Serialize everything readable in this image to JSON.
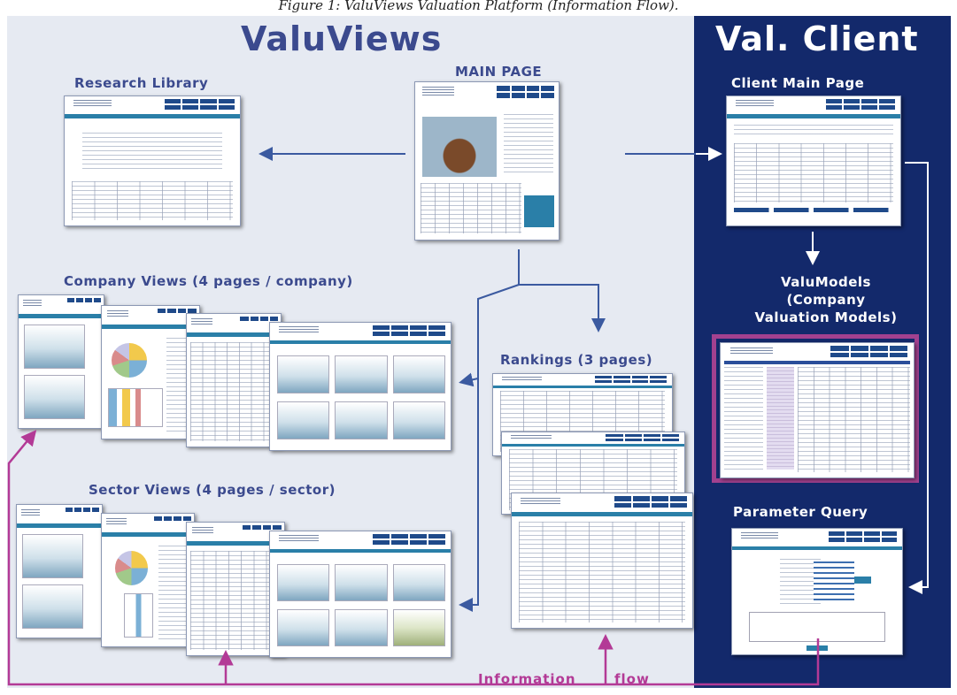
{
  "figure": {
    "caption": "Figure 1: ValuViews Valuation Platform (Information Flow).",
    "colors": {
      "left_panel": "#e6eaf2",
      "right_panel": "#13296b",
      "nav_arrows": "#3b5aa0",
      "info_flow": "#b33a96",
      "title_left": "#3b4a8e"
    }
  },
  "left": {
    "title": "ValuViews",
    "main_page": "MAIN PAGE",
    "research_library": "Research Library",
    "company_views": "Company Views (4 pages / company)",
    "rankings": "Rankings (3 pages)",
    "sector_views": "Sector Views (4 pages / sector)",
    "information": "Information",
    "flow": "flow"
  },
  "right": {
    "title": "Val. Client",
    "client_main_page": "Client Main Page",
    "valumodels_line1": "ValuModels",
    "valumodels_line2": "(Company",
    "valumodels_line3": "Valuation Models)",
    "parameter_query": "Parameter Query"
  }
}
